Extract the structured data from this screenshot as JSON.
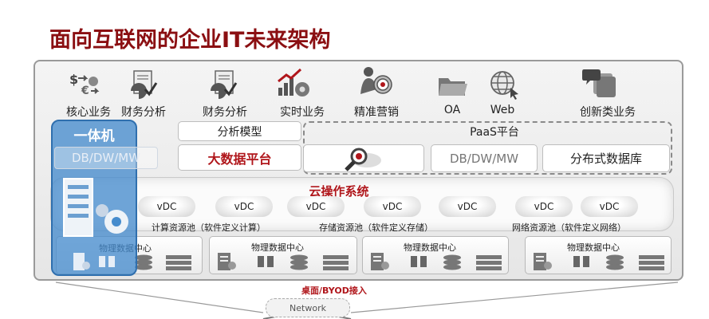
{
  "title": "面向互联网的企业IT未来架构",
  "apps": [
    {
      "label": "核心业务",
      "icon": "currency-exchange-icon"
    },
    {
      "label": "财务分析",
      "icon": "finance-chart-icon"
    },
    {
      "label": "财务分析",
      "icon": "finance-report-icon"
    },
    {
      "label": "实时业务",
      "icon": "realtime-chart-icon"
    },
    {
      "label": "精准营销",
      "icon": "target-marketing-icon"
    },
    {
      "label": "OA",
      "icon": "folder-icon"
    },
    {
      "label": "Web",
      "icon": "globe-icon"
    },
    {
      "label": "创新类业务",
      "icon": "innovation-chat-icon"
    }
  ],
  "integrated": {
    "label": "一体机",
    "db": "DB/DW/MW"
  },
  "analysis_model": "分析模型",
  "bigdata": "大数据平台",
  "paas": {
    "title": "PaaS平台",
    "db": "DB/DW/MW",
    "distributed_db": "分布式数据库"
  },
  "cloud_os": {
    "title": "云操作系统",
    "vdc": [
      "vDC",
      "vDC",
      "vDC",
      "vDC",
      "vDC",
      "vDC",
      "vDC"
    ],
    "pools": [
      "计算资源池（软件定义计算）",
      "存储资源池（软件定义存储）",
      "网络资源池（软件定义网络）"
    ]
  },
  "datacenters": [
    "物理数据中心",
    "物理数据中心",
    "物理数据中心",
    "物理数据中心"
  ],
  "byod": "桌面/BYOD接入",
  "network": "Network",
  "colors": {
    "title": "#8b0f12",
    "accent_red": "#b0161b",
    "integrated_blue": "#468ccd"
  }
}
